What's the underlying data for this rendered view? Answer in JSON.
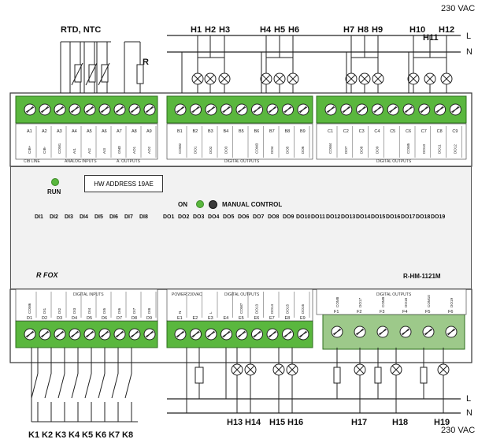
{
  "supply_top": "230 VAC",
  "supply_bottom": "230 VAC",
  "line_L": "L",
  "line_N": "N",
  "rtd_label": "RTD, NTC",
  "r_label": "R",
  "lamps_top": [
    "H1",
    "H2",
    "H3",
    "H4",
    "H5",
    "H6",
    "H7",
    "H8",
    "H9",
    "H10",
    "H11",
    "H12"
  ],
  "lamps_bottom": [
    "H13",
    "H14",
    "H15",
    "H16",
    "H17",
    "H18",
    "H19"
  ],
  "switches": [
    "K1",
    "K2",
    "K3",
    "K4",
    "K5",
    "K6",
    "K7",
    "K8"
  ],
  "hw_address": "HW ADDRESS 19AE",
  "run": "RUN",
  "on": "ON",
  "manual_control": "MANUAL CONTROL",
  "model": "R-HM-1121M",
  "logo": "R FOX",
  "di_labels": [
    "DI1",
    "DI2",
    "DI3",
    "DI4",
    "DI5",
    "DI6",
    "DI7",
    "DI8"
  ],
  "do_labels": [
    "DO1",
    "DO2",
    "DO3",
    "DO4",
    "DO5",
    "DO6",
    "DO7",
    "DO8",
    "DO9",
    "DO10",
    "DO11",
    "DO12",
    "DO13",
    "DO14",
    "DO15",
    "DO16",
    "DO17",
    "DO18",
    "DO19"
  ],
  "sections_top": {
    "cib": "CIB LINE",
    "ai": "ANALOG INPUTS",
    "ao": "A. OUTPUTS",
    "do1": "DIGITAL OUTPUTS",
    "do2": "DIGITAL OUTPUTS"
  },
  "sections_bottom": {
    "di": "DIGITAL INPUTS",
    "power": "POWER 230VAC",
    "do1": "DIGITAL OUTPUTS",
    "do2": "DIGITAL OUTPUTS"
  },
  "terminals_A": [
    "A1",
    "A2",
    "A3",
    "A4",
    "A5",
    "A6",
    "A7",
    "A8",
    "A9"
  ],
  "terminals_B": [
    "B1",
    "B2",
    "B3",
    "B4",
    "B5",
    "B6",
    "B7",
    "B8",
    "B9"
  ],
  "terminals_C": [
    "C1",
    "C2",
    "C3",
    "C4",
    "C5",
    "C6",
    "C7",
    "C8",
    "C9"
  ],
  "terminals_D": [
    "D1",
    "D2",
    "D3",
    "D4",
    "D5",
    "D6",
    "D7",
    "D8",
    "D9"
  ],
  "terminals_E": [
    "E1",
    "E2",
    "E3",
    "E4",
    "E5",
    "E6",
    "E7",
    "E8",
    "E9"
  ],
  "terminals_F": [
    "F1",
    "F2",
    "F3",
    "F4",
    "F5",
    "F6"
  ],
  "sig_A": [
    "CIB+",
    "CIB-",
    "COM1",
    "AI1",
    "AI2",
    "AI3",
    "GND",
    "AO1",
    "AO2"
  ],
  "sig_B": [
    "COM2",
    "DO1",
    "DO2",
    "DO3",
    "",
    "COM3",
    "DO4",
    "DO5",
    "DO6"
  ],
  "sig_C": [
    "COM4",
    "DO7",
    "DO8",
    "DO9",
    "",
    "COM5",
    "DO10",
    "DO11",
    "DO12"
  ],
  "sig_D": [
    "COM6",
    "DI1",
    "DI2",
    "DI3",
    "DI4",
    "DI5",
    "DI6",
    "DI7",
    "DI8"
  ],
  "sig_E": [
    "N",
    "",
    "L",
    "",
    "COM7",
    "DO13",
    "DO14",
    "DO15",
    "DO16"
  ],
  "sig_F": [
    "COM8",
    "DO17",
    "COM9",
    "DO18",
    "COM10",
    "DO19"
  ]
}
